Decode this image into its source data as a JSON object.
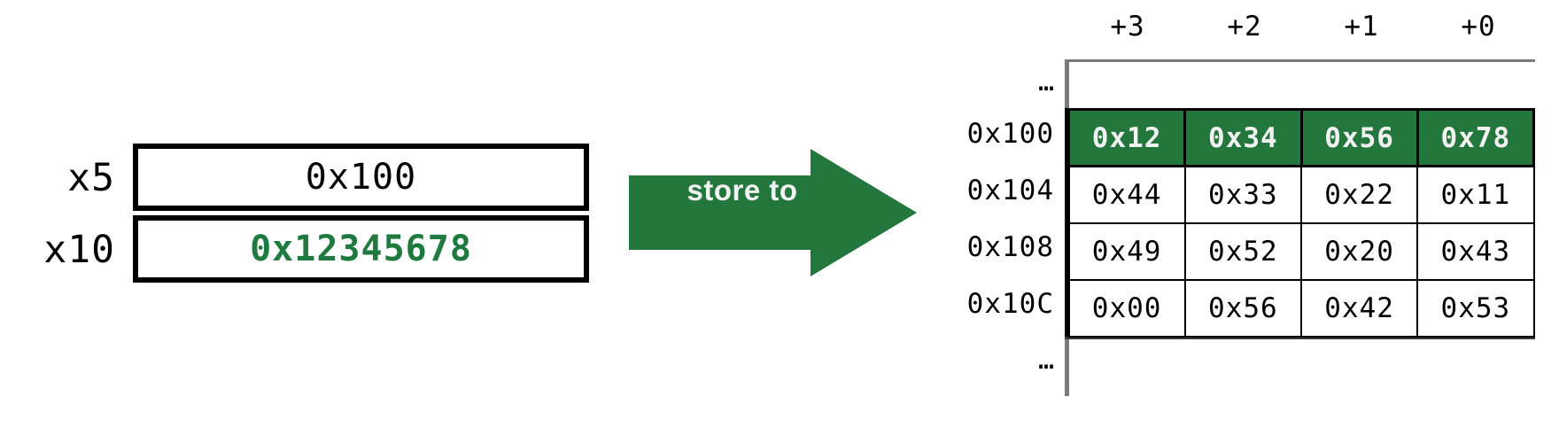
{
  "registers": {
    "rows": [
      {
        "label": "x5",
        "value": "0x100",
        "accent": false
      },
      {
        "label": "x10",
        "value": "0x12345678",
        "accent": true
      }
    ]
  },
  "arrow": {
    "label": "store to",
    "icon": "right-arrow-icon",
    "color": "#23763C",
    "text_color": "#f2f2f2"
  },
  "memory": {
    "column_headers": [
      "+3",
      "+2",
      "+1",
      "+0"
    ],
    "ellipsis_top": "…",
    "ellipsis_bottom": "…",
    "rows": [
      {
        "address": "0x100",
        "highlighted": true,
        "cells": [
          "0x12",
          "0x34",
          "0x56",
          "0x78"
        ]
      },
      {
        "address": "0x104",
        "highlighted": false,
        "cells": [
          "0x44",
          "0x33",
          "0x22",
          "0x11"
        ]
      },
      {
        "address": "0x108",
        "highlighted": false,
        "cells": [
          "0x49",
          "0x52",
          "0x20",
          "0x43"
        ]
      },
      {
        "address": "0x10C",
        "highlighted": false,
        "cells": [
          "0x00",
          "0x56",
          "0x42",
          "0x53"
        ]
      }
    ]
  },
  "colors": {
    "accent_green": "#1F7A3F",
    "highlight_green": "#23763C",
    "frame_gray": "#7a7a7a",
    "text_black": "#000000"
  }
}
